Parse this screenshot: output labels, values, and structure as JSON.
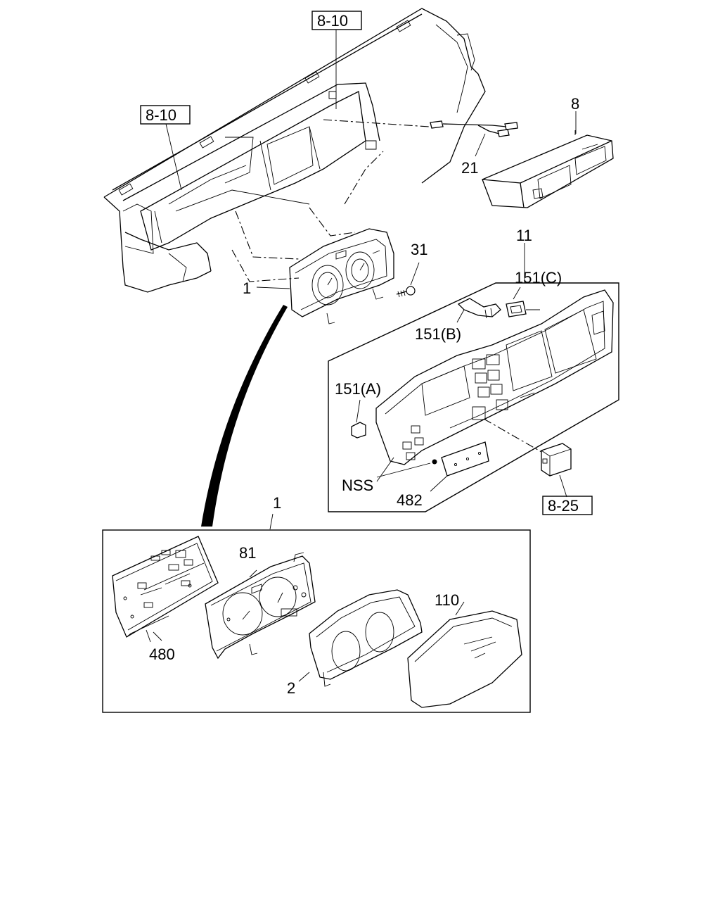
{
  "labels": {
    "ref_top": "8-10",
    "ref_left": "8-10",
    "ref_bottom_right": "8-25",
    "p8": "8",
    "p21": "21",
    "p11": "11",
    "p31": "31",
    "p1_top": "1",
    "p151c": "151(C)",
    "p151b": "151(B)",
    "p151a": "151(A)",
    "nss": "NSS",
    "p482": "482",
    "p1_bottom": "1",
    "p81": "81",
    "p110": "110",
    "p480": "480",
    "p2": "2"
  }
}
